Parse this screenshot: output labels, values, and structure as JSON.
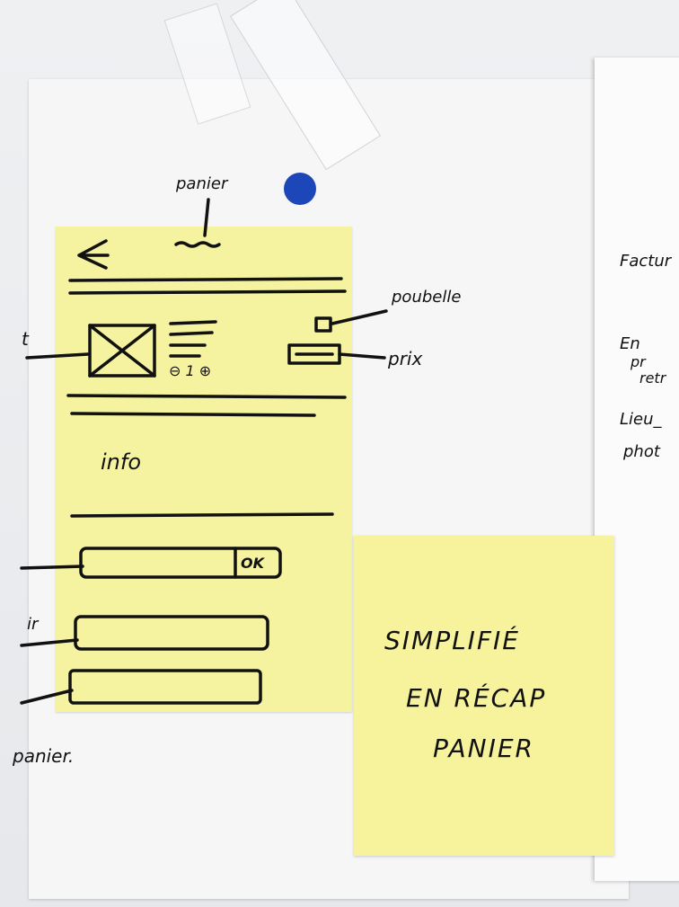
{
  "labels": {
    "panier": "panier",
    "poubelle": "poubelle",
    "prix": "prix",
    "info": "info",
    "ok": "OK",
    "stepper": "⊖ 1 ⊕",
    "left_edge_1": "t",
    "left_edge_2": "ir",
    "left_edge_3": "panier."
  },
  "sticky_note": {
    "line1": "SIMPLIFIÉ",
    "line2": "EN RÉCAP",
    "line3": "PANIER"
  },
  "right_sheet": {
    "line1": "Factur",
    "line2": "En",
    "line3": "pr",
    "line4": "retr",
    "line5": "Lieu_",
    "line6": "phot"
  },
  "colors": {
    "sticky": "#f5f2a0",
    "ink": "#111111",
    "pin": "#1d46b8"
  }
}
